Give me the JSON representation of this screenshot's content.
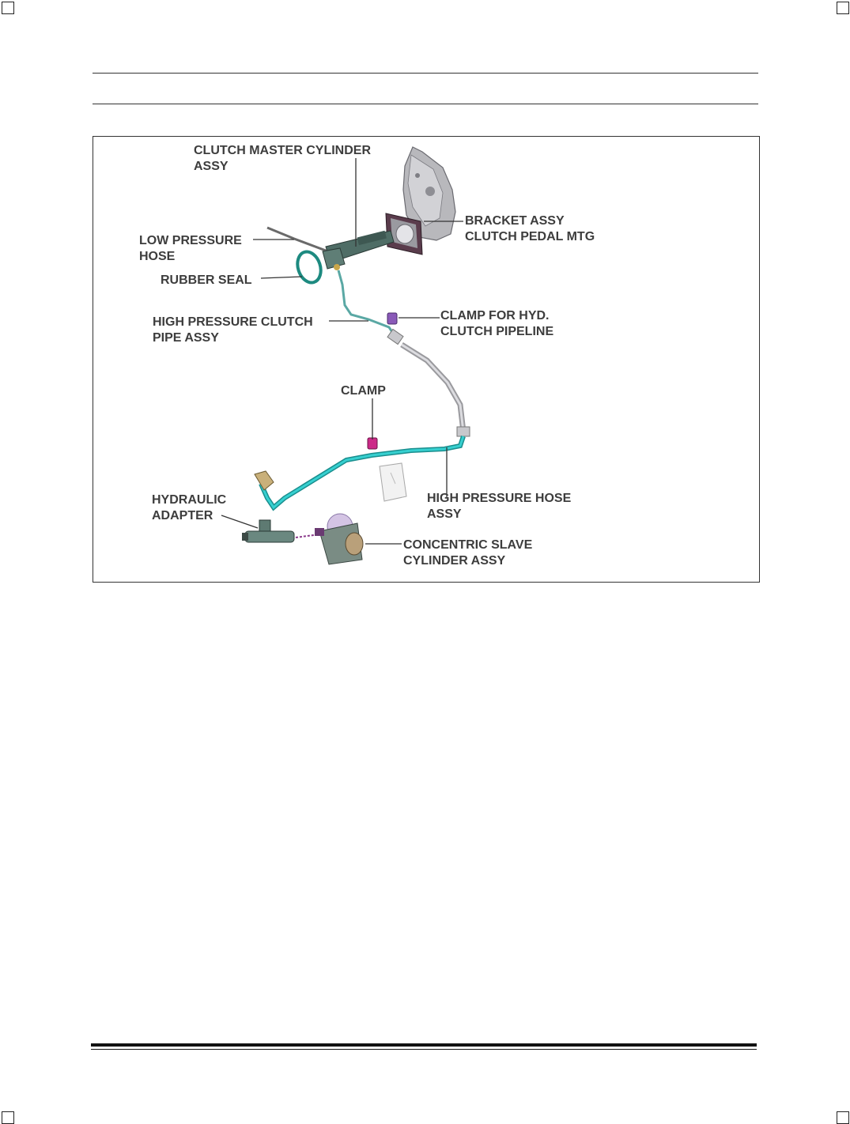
{
  "labels": {
    "master_cylinder": [
      "CLUTCH MASTER CYLINDER",
      "ASSY"
    ],
    "bracket": [
      "BRACKET ASSY",
      "CLUTCH PEDAL MTG"
    ],
    "low_pressure_hose": [
      "LOW PRESSURE",
      "HOSE"
    ],
    "rubber_seal": [
      "RUBBER SEAL"
    ],
    "high_pressure_pipe": [
      "HIGH PRESSURE CLUTCH",
      "PIPE ASSY"
    ],
    "clamp_hyd": [
      "CLAMP FOR HYD.",
      "CLUTCH PIPELINE"
    ],
    "clamp": [
      "CLAMP"
    ],
    "high_pressure_hose": [
      "HIGH PRESSURE HOSE",
      "ASSY"
    ],
    "hydraulic_adapter": [
      "HYDRAULIC",
      "ADAPTER"
    ],
    "slave_cylinder": [
      "CONCENTRIC SLAVE",
      "CYLINDER ASSY"
    ]
  },
  "colors": {
    "pipe": "#2ec4c4",
    "clamp": "#cc2a88",
    "clamp_hyd": "#8a5ab8",
    "cylinder": "#5e7a72",
    "bracket": "#a8a8ac",
    "seal": "#1d8a80"
  }
}
